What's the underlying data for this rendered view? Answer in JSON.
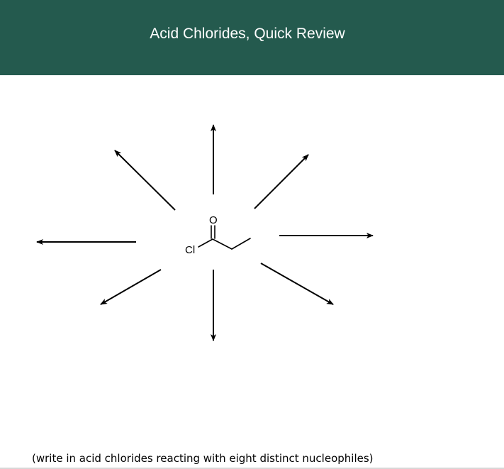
{
  "header": {
    "title": "Acid Chlorides, Quick Review",
    "background_color": "#245a4e"
  },
  "molecule": {
    "atom_labels": {
      "oxygen": "O",
      "chlorine": "Cl"
    }
  },
  "arrows": [
    {
      "direction": "up"
    },
    {
      "direction": "up-right"
    },
    {
      "direction": "right"
    },
    {
      "direction": "down-right"
    },
    {
      "direction": "down"
    },
    {
      "direction": "down-left"
    },
    {
      "direction": "left"
    },
    {
      "direction": "up-left"
    }
  ],
  "footer": {
    "instruction": "(write in acid chlorides reacting with eight distinct nucleophiles)"
  }
}
